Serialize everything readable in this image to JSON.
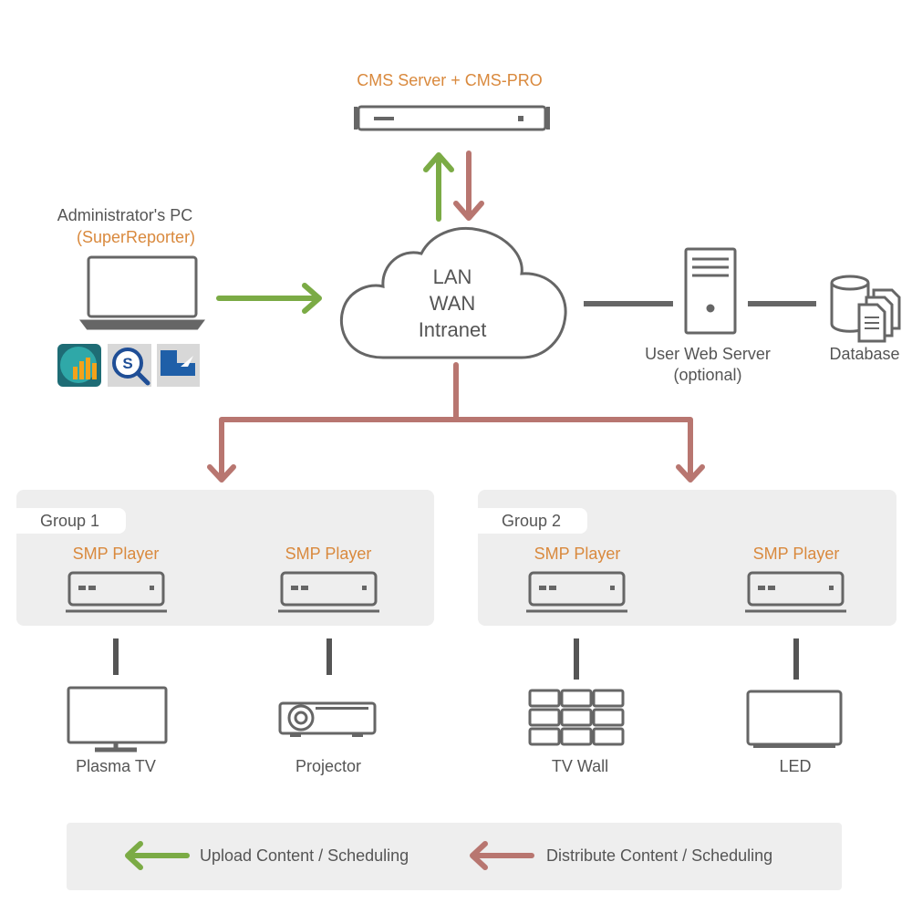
{
  "cms_server": {
    "label": "CMS Server + CMS-PRO"
  },
  "admin_pc": {
    "title": "Administrator's PC",
    "subtitle": "(SuperReporter)"
  },
  "network": {
    "lines": [
      "LAN",
      "WAN",
      "Intranet"
    ]
  },
  "web_server": {
    "label_line1": "User Web Server",
    "label_line2": "(optional)"
  },
  "database": {
    "label": "Database"
  },
  "groups": [
    {
      "name": "Group 1",
      "players": [
        {
          "label": "SMP Player",
          "device": "Plasma TV"
        },
        {
          "label": "SMP Player",
          "device": "Projector"
        }
      ]
    },
    {
      "name": "Group 2",
      "players": [
        {
          "label": "SMP Player",
          "device": "TV Wall"
        },
        {
          "label": "SMP Player",
          "device": "LED"
        }
      ]
    }
  ],
  "legend": {
    "upload": "Upload Content / Scheduling",
    "distribute": "Distribute Content / Scheduling"
  },
  "colors": {
    "upload_arrow": "#7bab45",
    "distribute_arrow": "#b87670",
    "label_accent": "#d9893d",
    "icon_stroke": "#666666"
  }
}
